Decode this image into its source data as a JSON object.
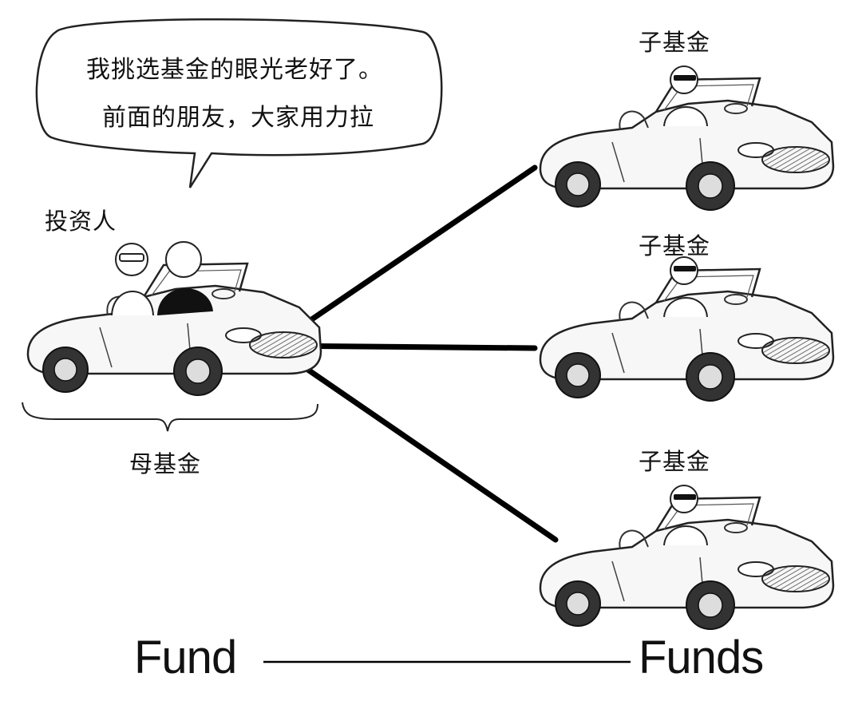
{
  "speech_bubble": {
    "line1": "我挑选基金的眼光老好了。",
    "line2": "前面的朋友，大家用力拉"
  },
  "investor_label": "投资人",
  "parent_label": "母基金",
  "child_labels": [
    "子基金",
    "子基金",
    "子基金"
  ],
  "bottom": {
    "left": "Fund",
    "right": "Funds"
  }
}
